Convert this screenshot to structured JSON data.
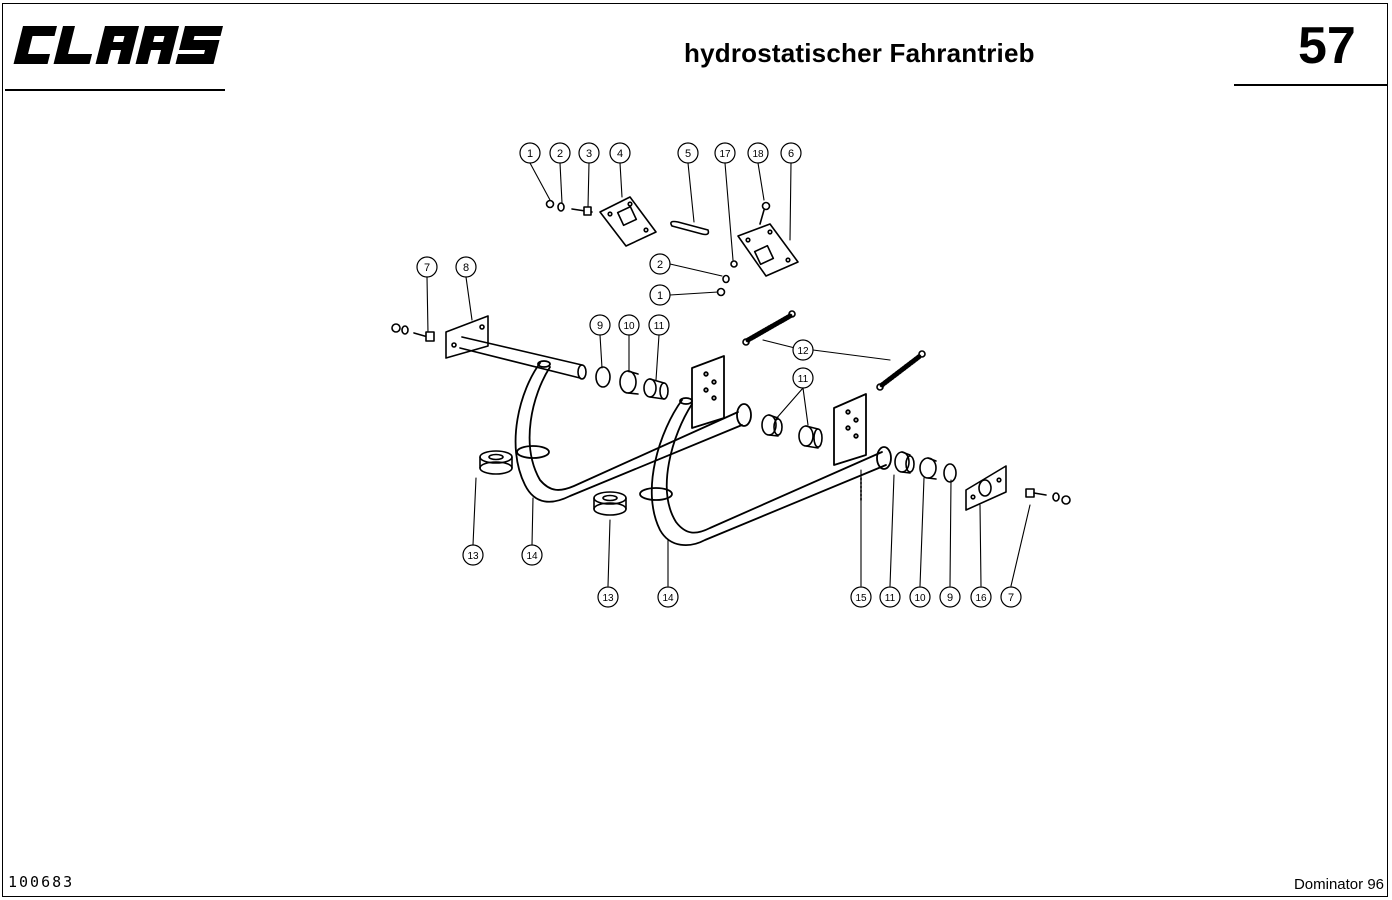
{
  "header": {
    "brand": "CLAAS",
    "title": "hydrostatischer Fahrantrieb",
    "page_number": "57"
  },
  "footer": {
    "doc_code": "100683",
    "model": "Dominator 96"
  },
  "callouts": [
    "1",
    "2",
    "3",
    "4",
    "5",
    "17",
    "18",
    "6",
    "2",
    "1",
    "7",
    "8",
    "9",
    "10",
    "11",
    "12",
    "11",
    "13",
    "14",
    "13",
    "14",
    "15",
    "11",
    "10",
    "9",
    "16",
    "7"
  ]
}
